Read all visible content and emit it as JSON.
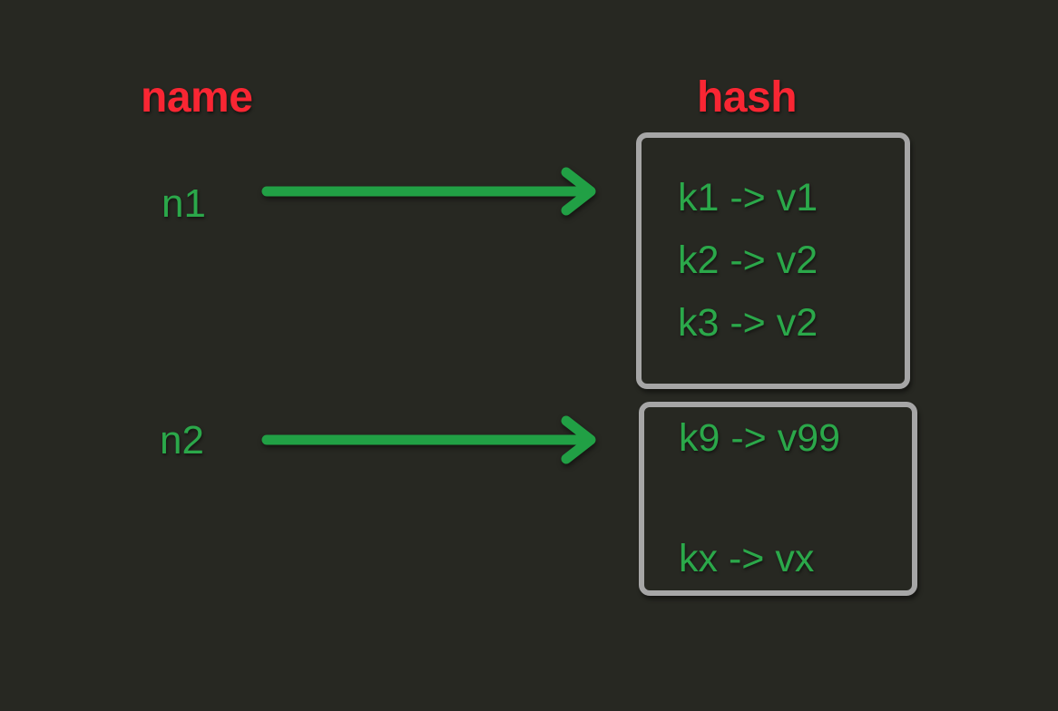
{
  "diagram": {
    "background_color": "#272822",
    "headings": [
      {
        "id": "name",
        "label": "name",
        "color": "#f92633"
      },
      {
        "id": "hash",
        "label": "hash",
        "color": "#f92633"
      }
    ],
    "nodes": [
      {
        "id": "n1",
        "label": "n1",
        "color": "#2ba84a"
      },
      {
        "id": "n2",
        "label": "n2",
        "color": "#2ba84a"
      }
    ],
    "arrows": [
      {
        "id": "arrow-n1",
        "from": "n1",
        "to": "hash-box-1",
        "color": "#21a045",
        "direction": "right"
      },
      {
        "id": "arrow-n2",
        "from": "n2",
        "to": "hash-box-2",
        "color": "#21a045",
        "direction": "right"
      }
    ],
    "boxes": [
      {
        "id": "hash-box-1",
        "border_color": "#a6a6a6",
        "text_color": "#2ba84a",
        "entries": [
          {
            "text": "k1 -> v1",
            "key": "k1",
            "value": "v1",
            "blank": false
          },
          {
            "text": "k2 -> v2",
            "key": "k2",
            "value": "v2",
            "blank": false
          },
          {
            "text": "k3 -> v2",
            "key": "k3",
            "value": "v2",
            "blank": false
          }
        ]
      },
      {
        "id": "hash-box-2",
        "border_color": "#a6a6a6",
        "text_color": "#2ba84a",
        "entries": [
          {
            "text": "k9 -> v99",
            "key": "k9",
            "value": "v99",
            "blank": false
          },
          {
            "text": "",
            "key": "",
            "value": "",
            "blank": true
          },
          {
            "text": "kx -> vx",
            "key": "kx",
            "value": "vx",
            "blank": false
          }
        ]
      }
    ]
  }
}
